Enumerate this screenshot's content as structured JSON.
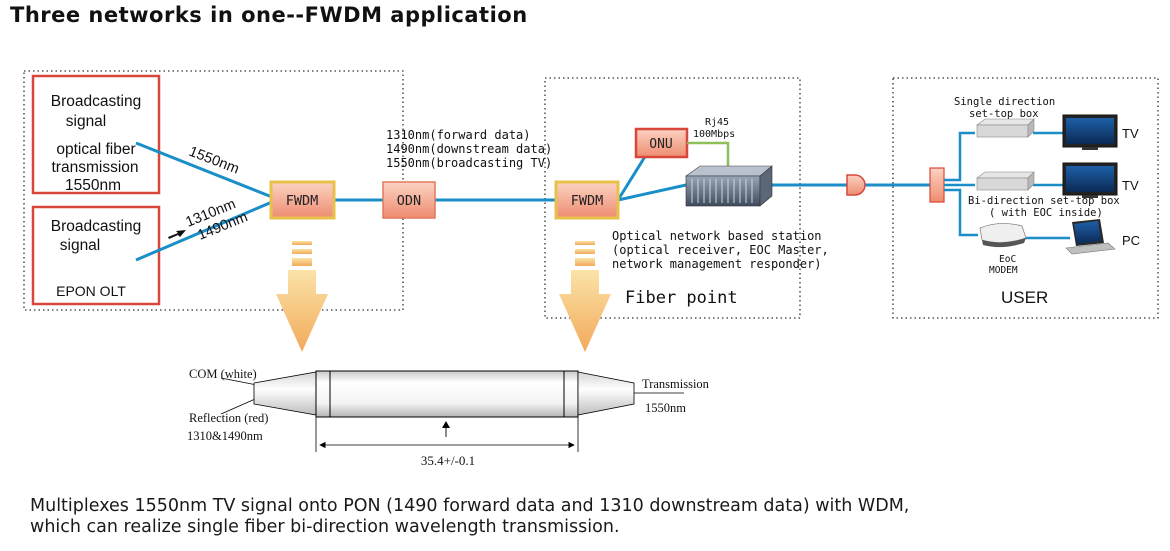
{
  "title": "Three networks in one--FWDM application",
  "left_panel": {
    "olt_box_top": {
      "line1": "Broadcasting",
      "line2": "signal",
      "line3": "optical fiber",
      "line4": "transmission",
      "line5": "1550nm"
    },
    "olt_box_bottom": {
      "line1": "Broadcasting",
      "line2": "signal",
      "line3": "EPON OLT"
    },
    "fiber_1550": "1550nm",
    "fiber_1310": "1310nm",
    "fiber_1490": "1490nm"
  },
  "fwdm_label": "FWDM",
  "odn_label": "ODN",
  "wavelengths": {
    "line1": "1310nm(forward data)",
    "line2": "1490nm(downstream data)",
    "line3": "1550nm(broadcasting TV)"
  },
  "fiber_point": {
    "onu_label": "ONU",
    "rj45": "Rj45",
    "rj45_speed": "100Mbps",
    "station_line1": "Optical network based station",
    "station_line2": "(optical receiver, EOC Master,",
    "station_line3": "network management responder)",
    "panel_label": "Fiber point"
  },
  "user": {
    "single_stb_line1": "Single direction",
    "single_stb_line2": "set-top box",
    "tv1": "TV",
    "tv2": "TV",
    "bi_stb_line1": "Bi-direction set-top box",
    "bi_stb_line2": "( with EOC inside)",
    "eoc_line1": "EoC",
    "eoc_line2": "MODEM",
    "pc": "PC",
    "panel_label": "USER"
  },
  "component": {
    "com": "COM (white)",
    "reflection": "Reflection (red)",
    "reflection_wl": "1310&1490nm",
    "transmission": "Transmission",
    "transmission_wl": "1550nm",
    "dimension": "35.4+/-0.1"
  },
  "caption": {
    "line1": "Multiplexes 1550nm TV signal onto PON (1490 forward data and 1310 downstream data) with WDM,",
    "line2": "which can realize single fiber bi-direction wavelength transmission."
  },
  "colors": {
    "fiber": "#1a8ec8",
    "box_border": "#d9473a",
    "device_fill": "#f2a48a",
    "arrow_fill": "#f5c57a",
    "link_green": "#8dc05a"
  }
}
